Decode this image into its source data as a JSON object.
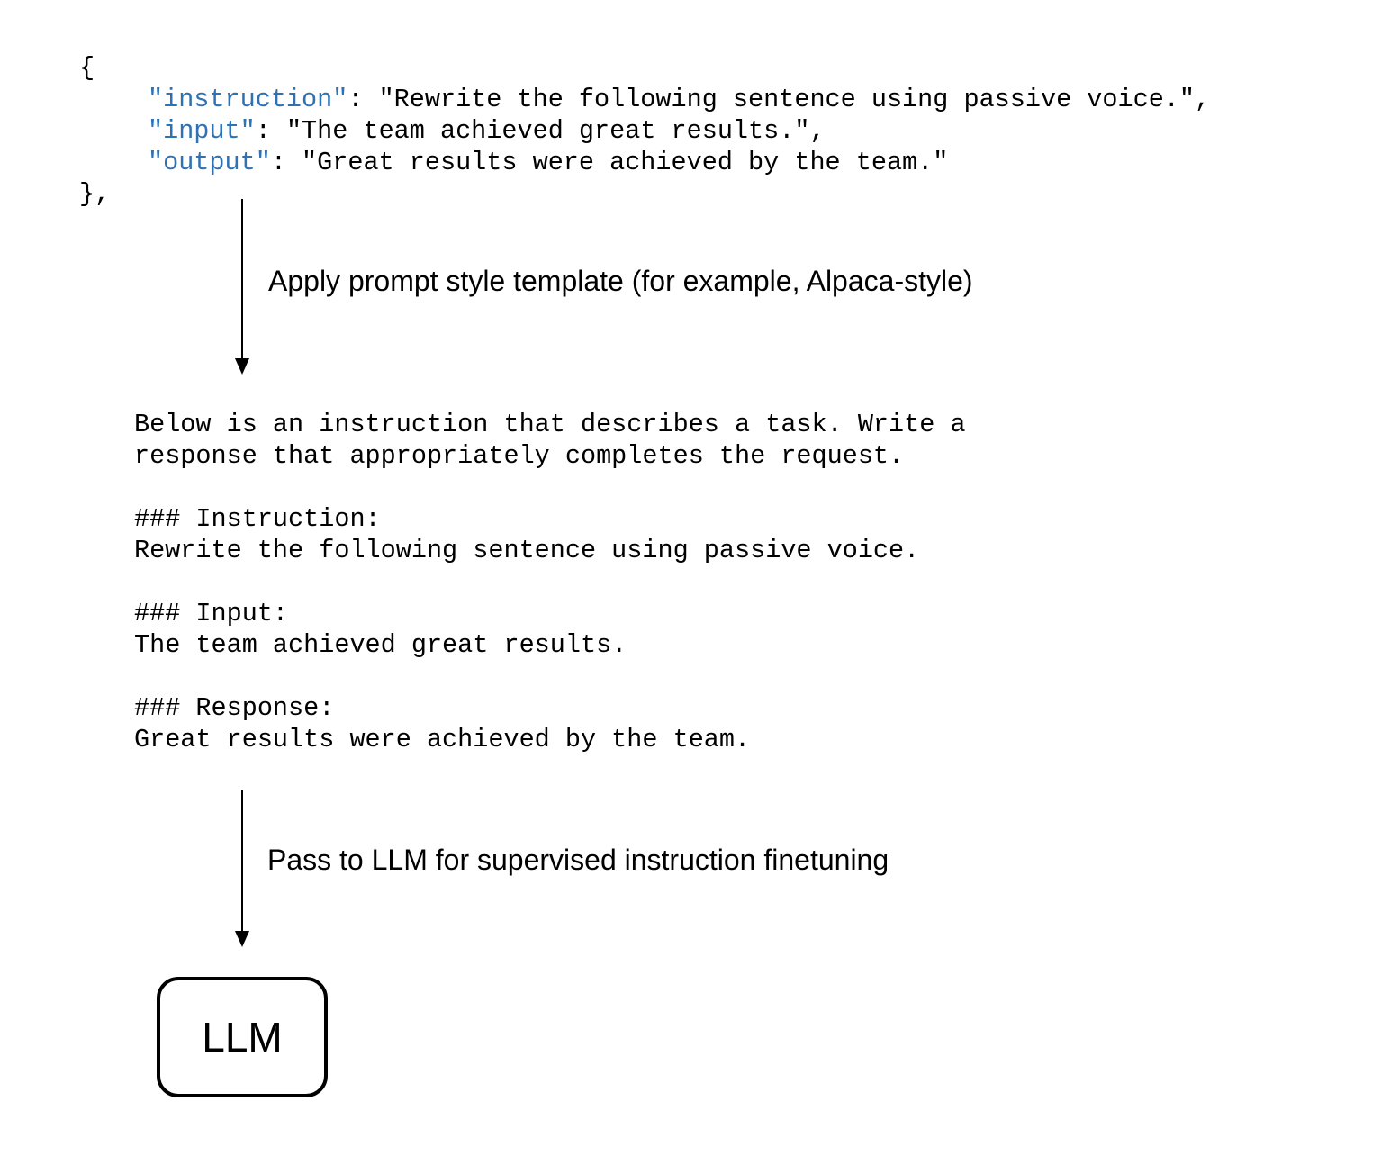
{
  "json_example": {
    "open_brace": "{",
    "close_brace": "},",
    "fields": [
      {
        "key": "\"instruction\"",
        "sep": ": ",
        "value": "\"Rewrite the following sentence using passive voice.\","
      },
      {
        "key": "\"input\"",
        "sep": ": ",
        "value": "\"The team achieved great results.\","
      },
      {
        "key": "\"output\"",
        "sep": ": ",
        "value": "\"Great results were achieved by the team.\""
      }
    ],
    "key_color": "#2f72b3"
  },
  "arrow1": {
    "label": "Apply prompt style template (for example, Alpaca-style)"
  },
  "prompt_template": {
    "intro_line1": "Below is an instruction that describes a task. Write a",
    "intro_line2": "response that appropriately completes the request.",
    "instruction_header": "### Instruction:",
    "instruction_text": "Rewrite the following sentence using passive voice.",
    "input_header": "### Input:",
    "input_text": "The team achieved great results.",
    "response_header": "### Response:",
    "response_text": "Great results were achieved by the team."
  },
  "arrow2": {
    "label": "Pass to LLM for supervised instruction finetuning"
  },
  "llm_box": {
    "label": "LLM"
  }
}
